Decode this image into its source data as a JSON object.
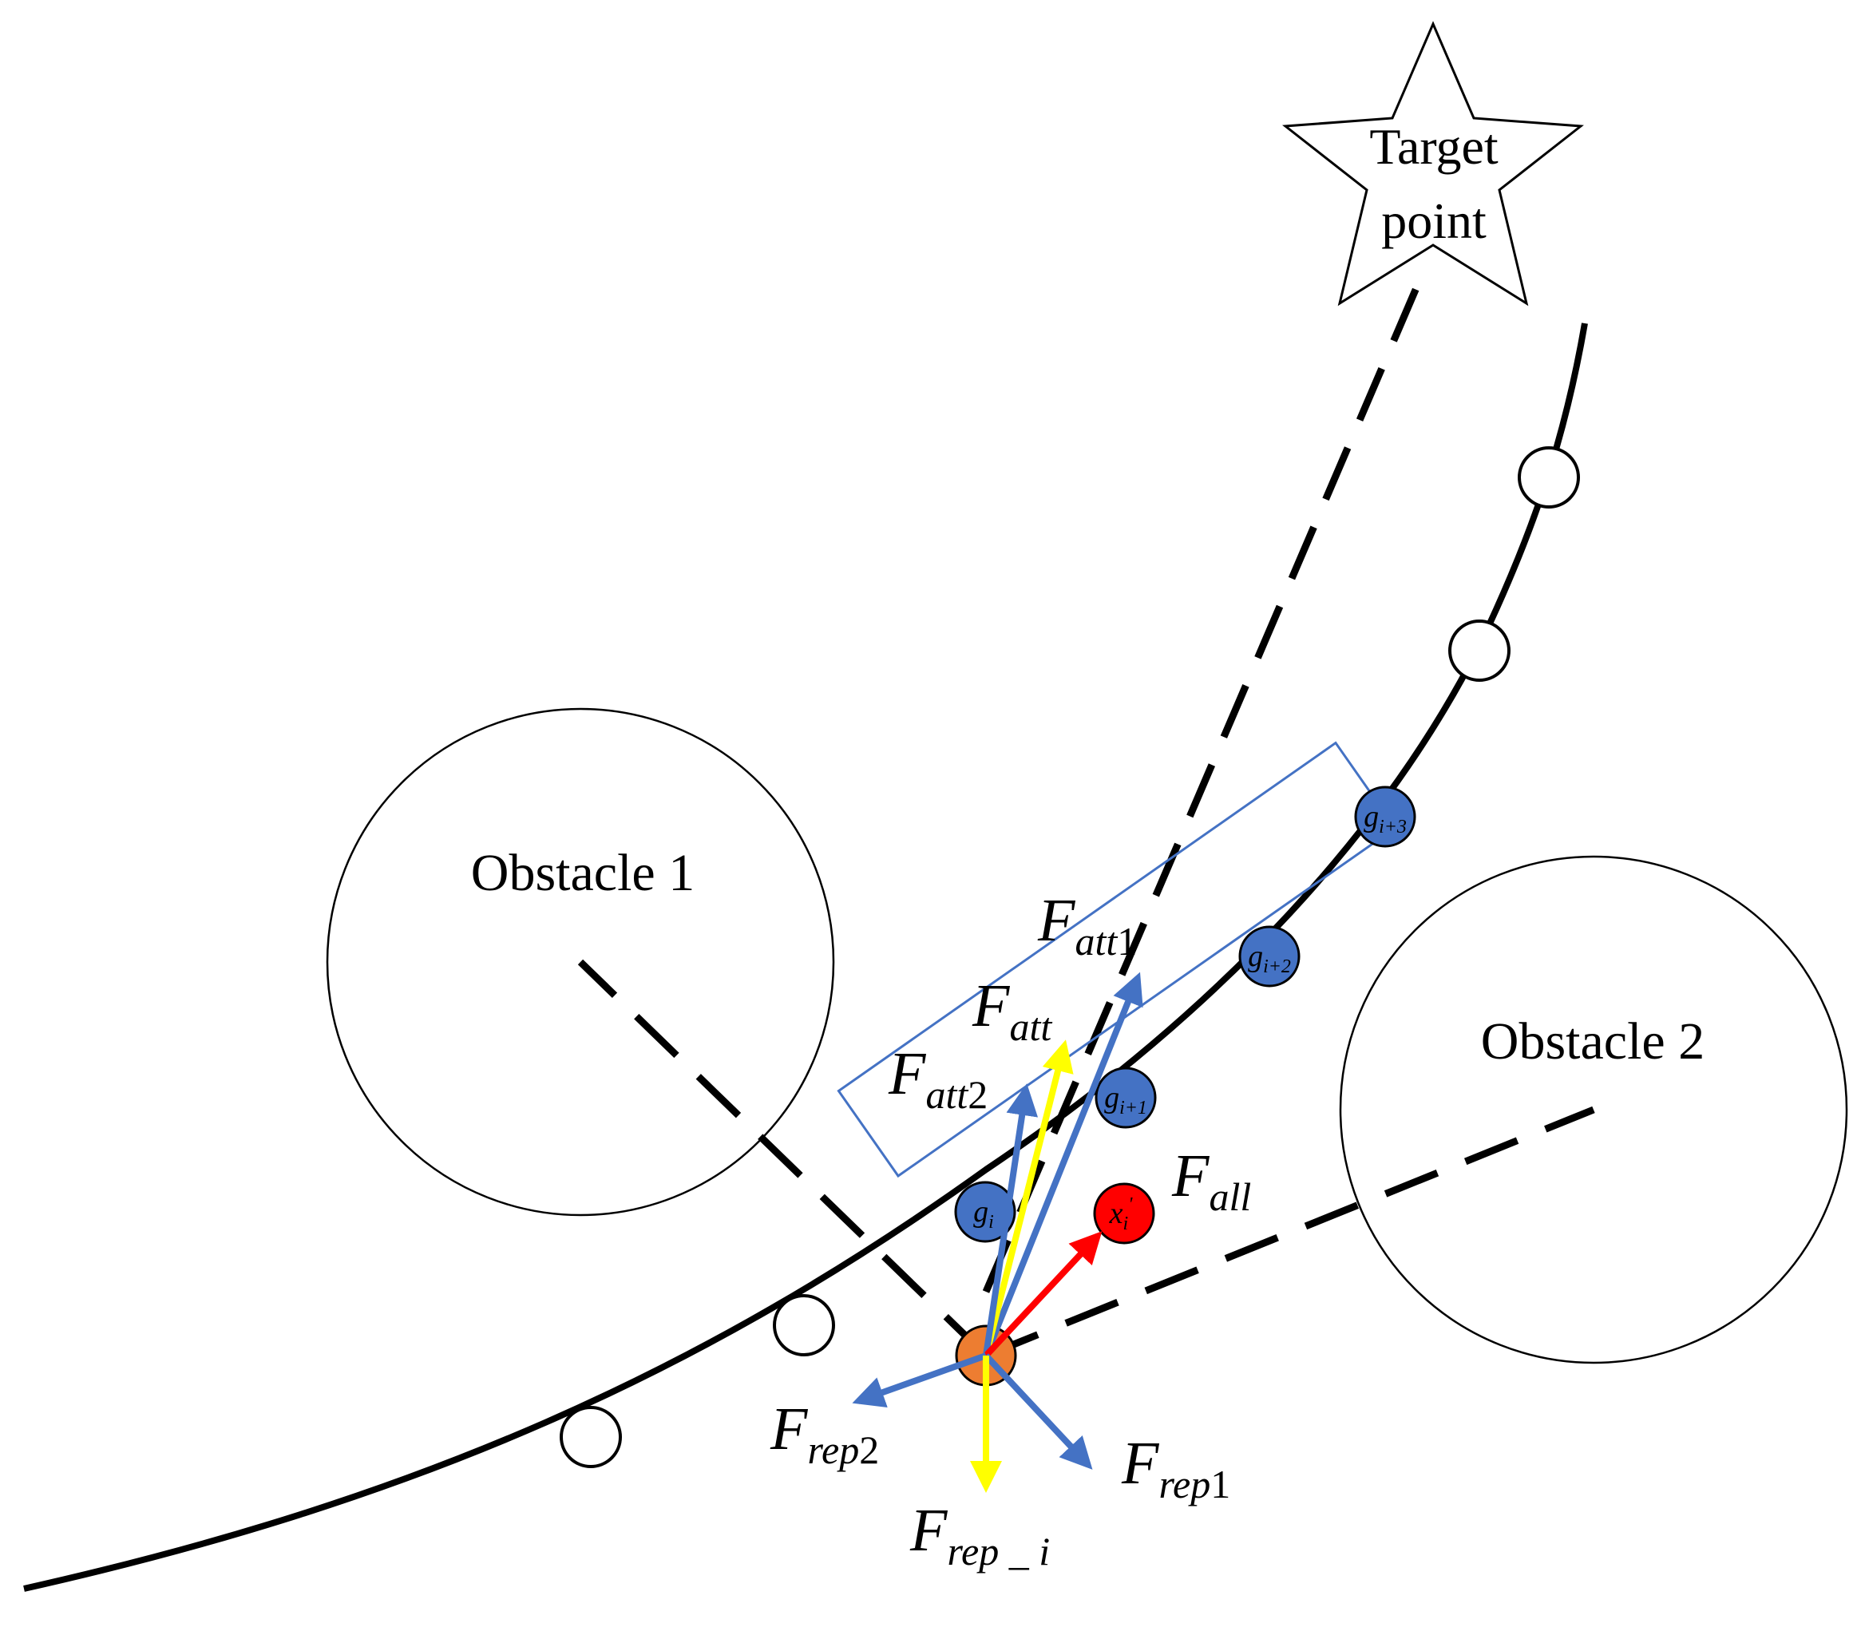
{
  "target": {
    "line1": "Target",
    "line2": "point"
  },
  "obstacles": [
    {
      "label": "Obstacle 1"
    },
    {
      "label": "Obstacle 2"
    }
  ],
  "nodes": {
    "g_i": {
      "base": "g",
      "sub": "i"
    },
    "g_i1": {
      "base": "g",
      "sub": "i+1"
    },
    "g_i2": {
      "base": "g",
      "sub": "i+2"
    },
    "g_i3": {
      "base": "g",
      "sub": "i+3"
    },
    "x_i": {
      "base": "x",
      "sub": "i",
      "sup": "'"
    }
  },
  "forces": {
    "F_att1": {
      "base": "F",
      "sub": "att",
      "sub2": "1"
    },
    "F_att": {
      "base": "F",
      "sub": "att"
    },
    "F_att2": {
      "base": "F",
      "sub": "att",
      "sub2": "2"
    },
    "F_all": {
      "base": "F",
      "sub": "all"
    },
    "F_rep1": {
      "base": "F",
      "sub": "rep",
      "sub2": "1"
    },
    "F_rep2": {
      "base": "F",
      "sub": "rep",
      "sub2": "2"
    },
    "F_rep_i": {
      "base": "F",
      "sub": "rep _ i"
    }
  },
  "colors": {
    "path": "#000000",
    "blue_node": "#4472c4",
    "blue_arrow": "#4472c4",
    "yellow_arrow": "#ffff00",
    "red": "#ff0000",
    "orange": "#ed7d31",
    "window": "#4472c4"
  }
}
